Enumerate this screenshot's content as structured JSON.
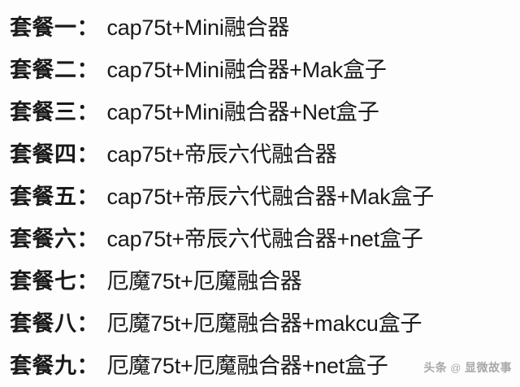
{
  "page": {
    "background_color": "#fdfdfd",
    "text_color": "#1a1a1a"
  },
  "packages": [
    {
      "label": "套餐一",
      "colon": "：",
      "value": "cap75t+Mini融合器"
    },
    {
      "label": "套餐二",
      "colon": "：",
      "value": "cap75t+Mini融合器+Mak盒子"
    },
    {
      "label": "套餐三",
      "colon": "：",
      "value": "cap75t+Mini融合器+Net盒子"
    },
    {
      "label": "套餐四",
      "colon": "：",
      "value": "cap75t+帝辰六代融合器"
    },
    {
      "label": "套餐五",
      "colon": "：",
      "value": "cap75t+帝辰六代融合器+Mak盒子"
    },
    {
      "label": "套餐六",
      "colon": "：",
      "value": "cap75t+帝辰六代融合器+net盒子"
    },
    {
      "label": "套餐七",
      "colon": "：",
      "value": "厄魔75t+厄魔融合器"
    },
    {
      "label": "套餐八",
      "colon": "：",
      "value": "厄魔75t+厄魔融合器+makcu盒子"
    },
    {
      "label": "套餐九",
      "colon": "：",
      "value": "厄魔75t+厄魔融合器+net盒子"
    }
  ],
  "watermark": {
    "platform": "头条",
    "at": "@",
    "author": "显微故事",
    "color": "#9a9a9a"
  }
}
